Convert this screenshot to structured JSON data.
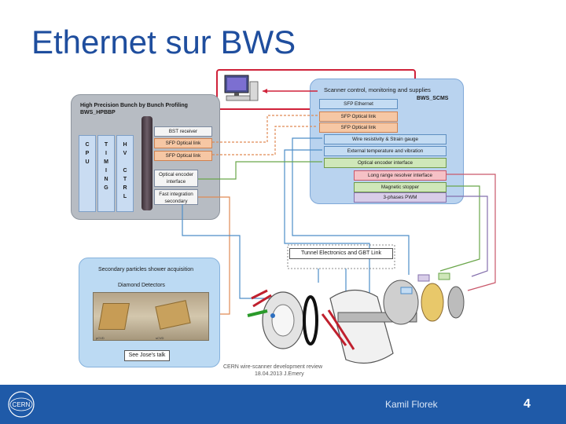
{
  "slide": {
    "title": "Ethernet sur BWS",
    "author": "Kamil Florek",
    "page_number": "4"
  },
  "bwpbp": {
    "title_line1": "High Precision Bunch by Bunch Profiling",
    "title_line2": "BWS_HPBBP",
    "columns": [
      {
        "letters": [
          "C",
          "P",
          "U"
        ]
      },
      {
        "letters": [
          "T",
          "I",
          "M",
          "I",
          "N",
          "G"
        ]
      },
      {
        "letters": [
          "H",
          "V",
          "",
          "C",
          "T",
          "R",
          "L"
        ]
      }
    ],
    "modules": [
      {
        "label": "BST receiver",
        "kind": "white"
      },
      {
        "label": "SFP Optical link",
        "kind": "orange"
      },
      {
        "label": "SFP Optical link",
        "kind": "orange"
      },
      {
        "label": "Optical encoder interface",
        "kind": "white"
      },
      {
        "label": "Fast integration secondary shower",
        "kind": "white"
      }
    ]
  },
  "scms": {
    "title": "Scanner control, monitoring and supplies",
    "subtitle": "BWS_SCMS",
    "modules": [
      {
        "label": "SFP Ethernet",
        "kind": "blue"
      },
      {
        "label": "SFP Optical link",
        "kind": "orange"
      },
      {
        "label": "SFP Optical link",
        "kind": "orange"
      },
      {
        "label": "Wire resistivity & Strain gauge",
        "kind": "blue"
      },
      {
        "label": "External temperature and vibration",
        "kind": "blue"
      },
      {
        "label": "Optical encoder interface",
        "kind": "green"
      },
      {
        "label": "Long range resolver interface",
        "kind": "pink"
      },
      {
        "label": "Magnetic stopper",
        "kind": "green"
      },
      {
        "label": "3-phases PWM",
        "kind": "purple"
      }
    ]
  },
  "shower": {
    "title": "Secondary particles shower acquisition",
    "diamond_title": "Diamond Detectors",
    "caption_left": "pCVD",
    "caption_right": "sCVD",
    "see_label": "See Jose's talk"
  },
  "tunnel": {
    "label": "Tunnel Electronics and GBT Link"
  },
  "credit": {
    "line1": "CERN wire-scanner development review",
    "line2": "18.04.2013 J.Emery"
  },
  "colors": {
    "title": "#1f4e9e",
    "footer": "#1f5aa8",
    "red_highlight": "#d0223a",
    "orange_line": "#e08a55",
    "blue_line": "#4e8ec8",
    "green_line": "#6aa64a",
    "pink_line": "#c9576a",
    "purple_line": "#8570ad"
  },
  "icons": {
    "workstation": "computer-icon",
    "logo": "cern-logo"
  }
}
